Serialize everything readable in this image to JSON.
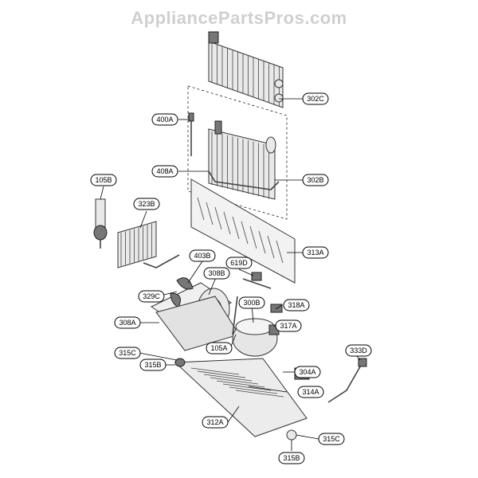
{
  "watermark": "AppliancePartsPros.com",
  "labels": {
    "l302C": "302C",
    "l400A": "400A",
    "l408A": "408A",
    "l302B": "302B",
    "l105B": "105B",
    "l323B": "323B",
    "l313A": "313A",
    "l403B": "403B",
    "l619D": "619D",
    "l308B": "308B",
    "l329C": "329C",
    "l300B": "300B",
    "l318A": "318A",
    "l308A": "308A",
    "l317A": "317A",
    "l105A": "105A",
    "l333D": "333D",
    "l315C_left": "315C",
    "l315B_left": "315B",
    "l304A": "304A",
    "l314A": "314A",
    "l312A": "312A",
    "l315C_right": "315C",
    "l315B_bottom": "315B"
  }
}
